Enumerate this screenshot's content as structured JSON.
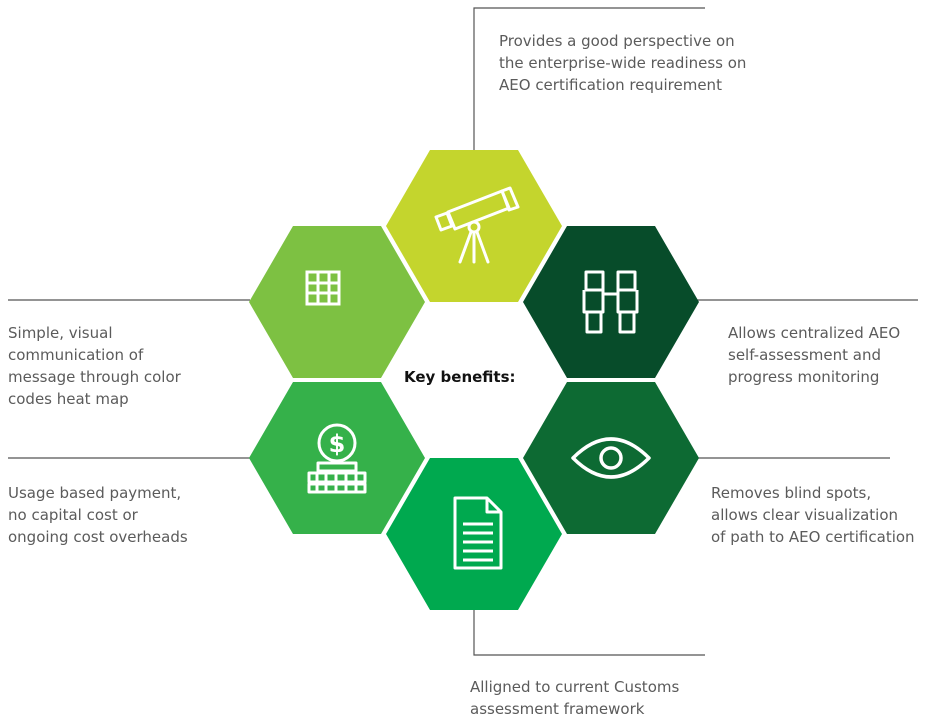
{
  "center": {
    "title": "Key benefits:"
  },
  "benefits": {
    "top": {
      "lines": [
        "Provides a good perspective on",
        "the enterprise-wide readiness on",
        "AEO certification requirement"
      ]
    },
    "right_upper": {
      "lines": [
        "Allows centralized AEO",
        "self-assessment and",
        "progress monitoring"
      ]
    },
    "right_lower": {
      "lines": [
        "Removes blind spots,",
        "allows clear visualization",
        "of path to AEO certification"
      ]
    },
    "bottom": {
      "lines": [
        "Alligned to current Customs",
        "assessment framework"
      ]
    },
    "left_lower": {
      "lines": [
        "Usage based payment,",
        "no capital cost or",
        "ongoing cost overheads"
      ]
    },
    "left_upper": {
      "lines": [
        "Simple, visual",
        "communication of",
        "message through color",
        "codes heat map"
      ]
    }
  },
  "hexagons": [
    {
      "id": "telescope",
      "icon": "telescope-icon",
      "color": "#c4d52d"
    },
    {
      "id": "binoculars",
      "icon": "binoculars-icon",
      "color": "#074c2a"
    },
    {
      "id": "eye",
      "icon": "eye-icon",
      "color": "#0d6a33"
    },
    {
      "id": "document",
      "icon": "document-icon",
      "color": "#00a94f"
    },
    {
      "id": "coin",
      "icon": "coin-stack-icon",
      "color": "#35b14a"
    },
    {
      "id": "grid",
      "icon": "grid-icon",
      "color": "#7dc142"
    }
  ]
}
